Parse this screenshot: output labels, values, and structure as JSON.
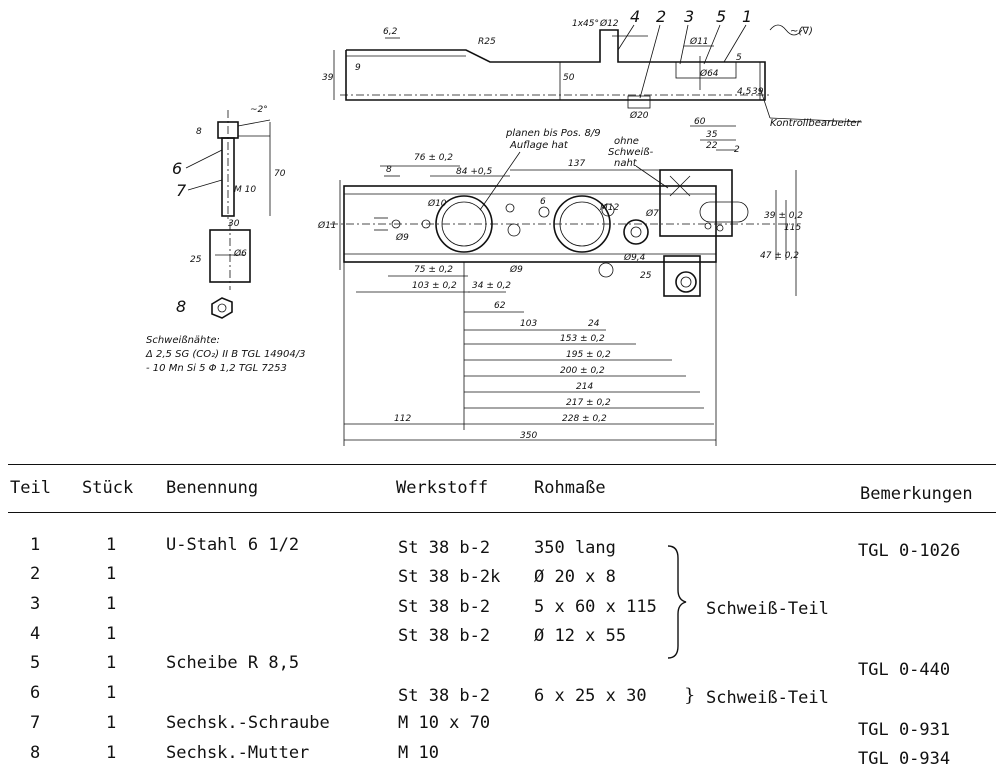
{
  "drawing": {
    "part_numbers": [
      "4",
      "2",
      "3",
      "5",
      "1"
    ],
    "left_part_numbers": [
      "6",
      "7",
      "8"
    ],
    "surface_symbol": "~(∇)",
    "dims_top": [
      "6,2",
      "9",
      "39",
      "R25",
      "1x45°",
      "Ø12",
      "50",
      "Ø11",
      "Ø64",
      "5",
      "Ø20",
      "4,5",
      "39"
    ],
    "dims_left": [
      "8",
      "~2°",
      "70",
      "M 10",
      "30",
      "25",
      "Ø6"
    ],
    "dims_front": [
      "76 ± 0,2",
      "84 +0,5",
      "137",
      "8",
      "Ø11",
      "Ø9",
      "Ø9",
      "Ø10",
      "6",
      "75 ± 0,2",
      "103 ± 0,2",
      "34 ± 0,2",
      "62",
      "103",
      "24",
      "153 ± 0,2",
      "195 ± 0,2",
      "200 ± 0,2",
      "214",
      "217 ± 0,2",
      "228 ± 0,2",
      "112",
      "350",
      "60",
      "35",
      "22",
      "2",
      "115",
      "39 ± 0,2",
      "47 ± 0,2",
      "25",
      "Ø7",
      "M12",
      "Ø9,4"
    ],
    "note_planen": "planen bis Pos. 8/9",
    "note_auflage": "Auflage hat",
    "note_ohne": "ohne",
    "note_schweiss": "Schweiß-",
    "note_naht": "naht",
    "note_kontroll": "Kontrollbearbeiter",
    "weld_title": "Schweißnähte:",
    "weld_line1": "Δ 2,5 SG (CO₂) II B TGL 14904/3",
    "weld_line2": "- 10 Mn Si 5  Φ 1,2 TGL 7253"
  },
  "parts_list": {
    "headers": {
      "teil": "Teil",
      "stueck": "Stück",
      "benennung": "Benennung",
      "werkstoff": "Werkstoff",
      "rohmasse": "Rohmaße",
      "bemerkungen": "Bemerkungen"
    },
    "rows": [
      {
        "teil": "1",
        "stueck": "1",
        "benennung": "U-Stahl 6 1/2",
        "werkstoff": "St 38 b-2",
        "rohmasse": "350 lang",
        "bemerkungen": "TGL 0-1026"
      },
      {
        "teil": "2",
        "stueck": "1",
        "benennung": "",
        "werkstoff": "St 38 b-2k",
        "rohmasse": "Ø 20 x 8",
        "bemerkungen": ""
      },
      {
        "teil": "3",
        "stueck": "1",
        "benennung": "",
        "werkstoff": "St 38 b-2",
        "rohmasse": "5 x 60 x 115",
        "bemerkungen": ""
      },
      {
        "teil": "4",
        "stueck": "1",
        "benennung": "",
        "werkstoff": "St 38 b-2",
        "rohmasse": "Ø 12 x 55",
        "bemerkungen": ""
      },
      {
        "teil": "5",
        "stueck": "1",
        "benennung": "Scheibe R 8,5",
        "werkstoff": "",
        "rohmasse": "",
        "bemerkungen": "TGL 0-440"
      },
      {
        "teil": "6",
        "stueck": "1",
        "benennung": "",
        "werkstoff": "St 38 b-2",
        "rohmasse": "6 x 25 x 30",
        "bemerkungen": ""
      },
      {
        "teil": "7",
        "stueck": "1",
        "benennung": "Sechsk.-Schraube",
        "werkstoff": "M 10 x 70",
        "rohmasse": "",
        "bemerkungen": "TGL 0-931"
      },
      {
        "teil": "8",
        "stueck": "1",
        "benennung": "Sechsk.-Mutter",
        "werkstoff": "M 10",
        "rohmasse": "",
        "bemerkungen": "TGL 0-934"
      }
    ],
    "group_label_1": "Schweiß-Teil",
    "group_label_2": "Schweiß-Teil"
  }
}
